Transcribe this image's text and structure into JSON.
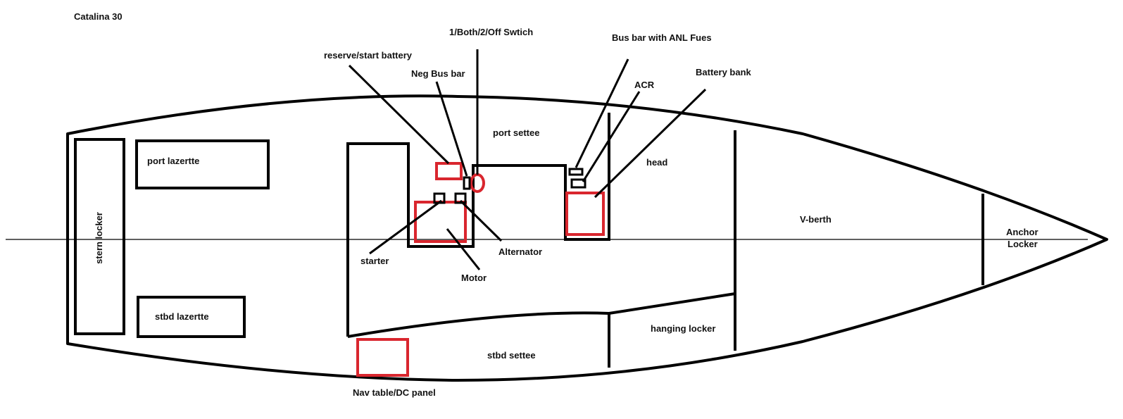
{
  "title": "Catalina 30",
  "colors": {
    "outline": "#000000",
    "component": "#d9262e"
  },
  "labels": {
    "switch": "1/Both/2/Off Swtich",
    "busbar_anl": "Bus bar with ANL Fues",
    "reserve_battery": "reserve/start battery",
    "neg_busbar": "Neg Bus bar",
    "acr": "ACR",
    "battery_bank": "Battery bank",
    "port_settee": "port settee",
    "port_lazertte": "port lazertte",
    "head": "head",
    "stern_locker": "stern locker",
    "v_berth": "V-berth",
    "anchor_locker_1": "Anchor",
    "anchor_locker_2": "Locker",
    "starter": "starter",
    "alternator": "Alternator",
    "motor": "Motor",
    "stbd_lazertte": "stbd lazertte",
    "hanging_locker": "hanging locker",
    "stbd_settee": "stbd settee",
    "nav_table": "Nav table/DC panel"
  }
}
